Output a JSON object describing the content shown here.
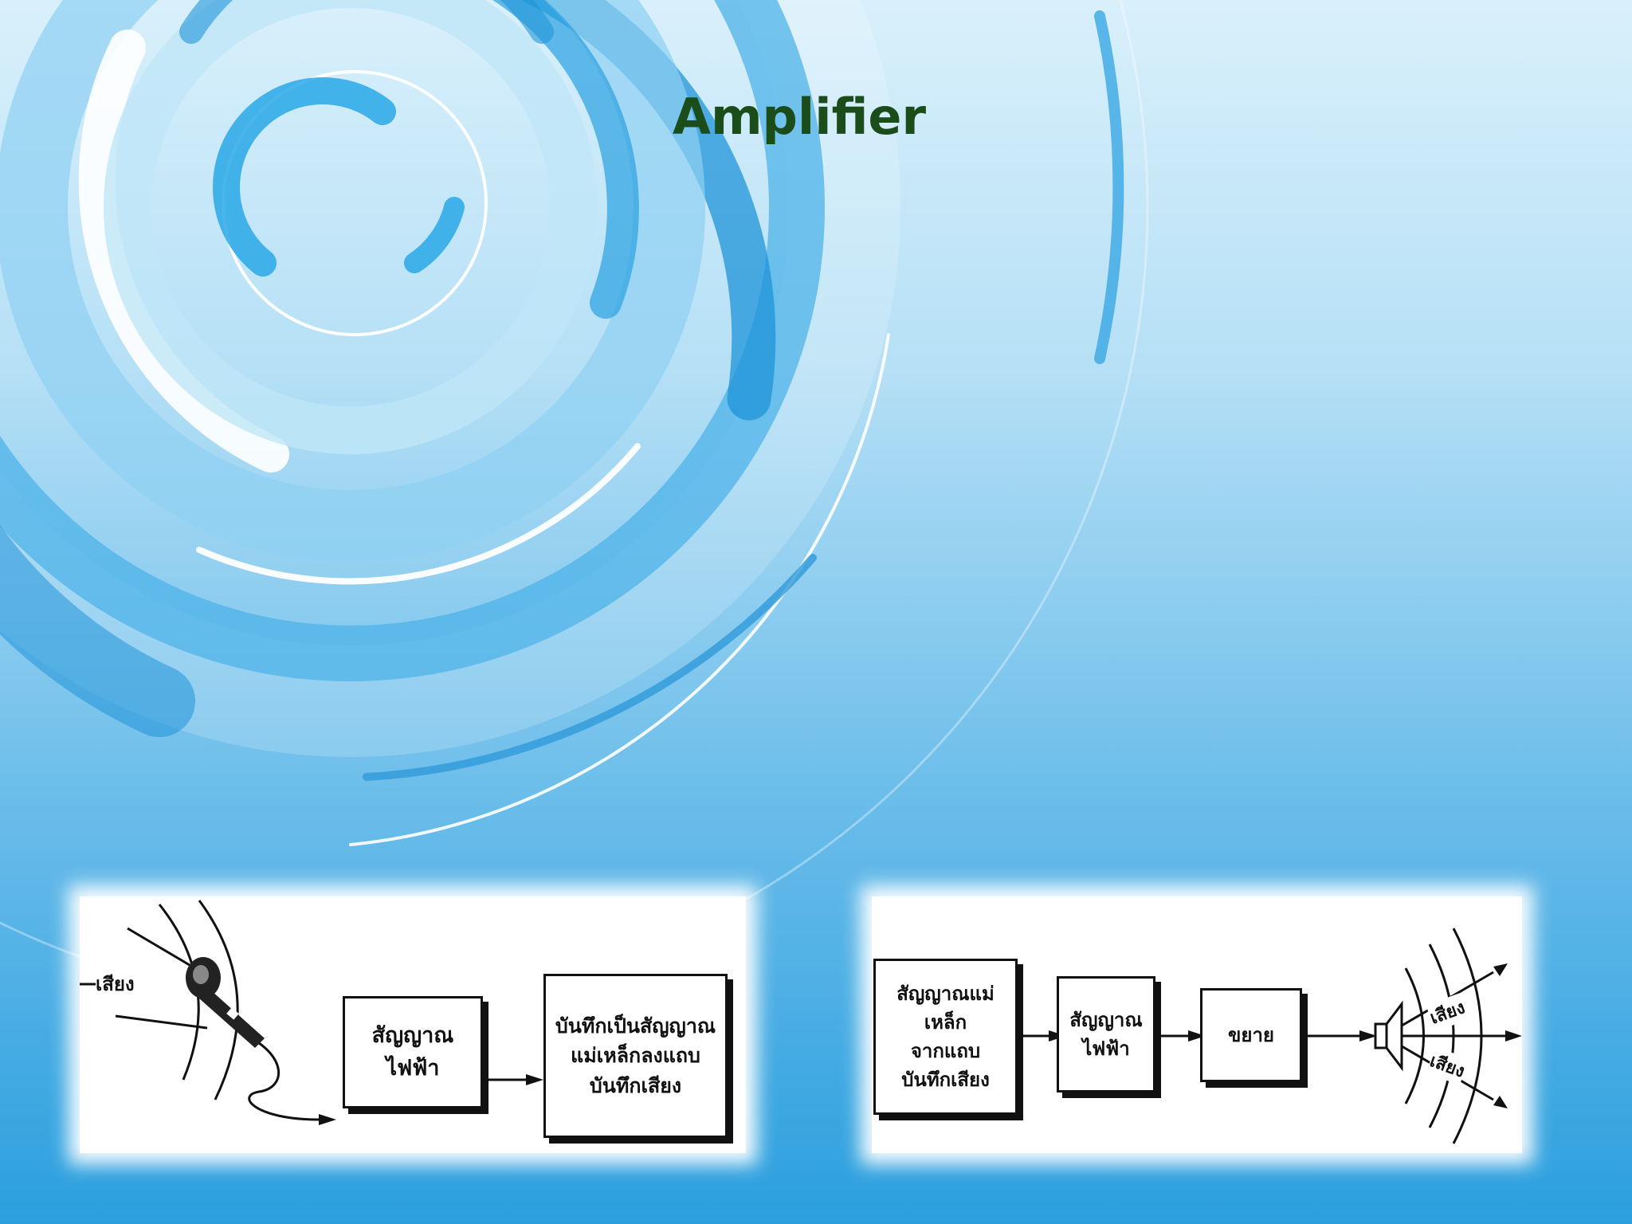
{
  "slide": {
    "title": "Amplifier",
    "colors": {
      "title": "#1b4d1b",
      "background_top": "#d9f0fb",
      "background_bottom": "#2b9fde"
    }
  },
  "record_diagram": {
    "sound_label": "เสียง",
    "box_electric": {
      "line1": "สัญญาณ",
      "line2": "ไฟฟ้า"
    },
    "box_record": {
      "line1": "บันทึกเป็นสัญญาณ",
      "line2": "แม่เหล็กลงแถบ",
      "line3": "บันทึกเสียง"
    },
    "icons": [
      "microphone-icon",
      "sound-wave-icon"
    ]
  },
  "play_diagram": {
    "box_magnetic": {
      "line1": "สัญญาณแม่เหล็ก",
      "line2": "จากแถบ",
      "line3": "บันทึกเสียง"
    },
    "box_electric": {
      "line1": "สัญญาณ",
      "line2": "ไฟฟ้า"
    },
    "box_amplify": {
      "line1": "ขยาย"
    },
    "sound_label_top": "เสียง",
    "sound_label_bottom": "เสียง",
    "icons": [
      "speaker-icon",
      "sound-wave-icon"
    ]
  }
}
